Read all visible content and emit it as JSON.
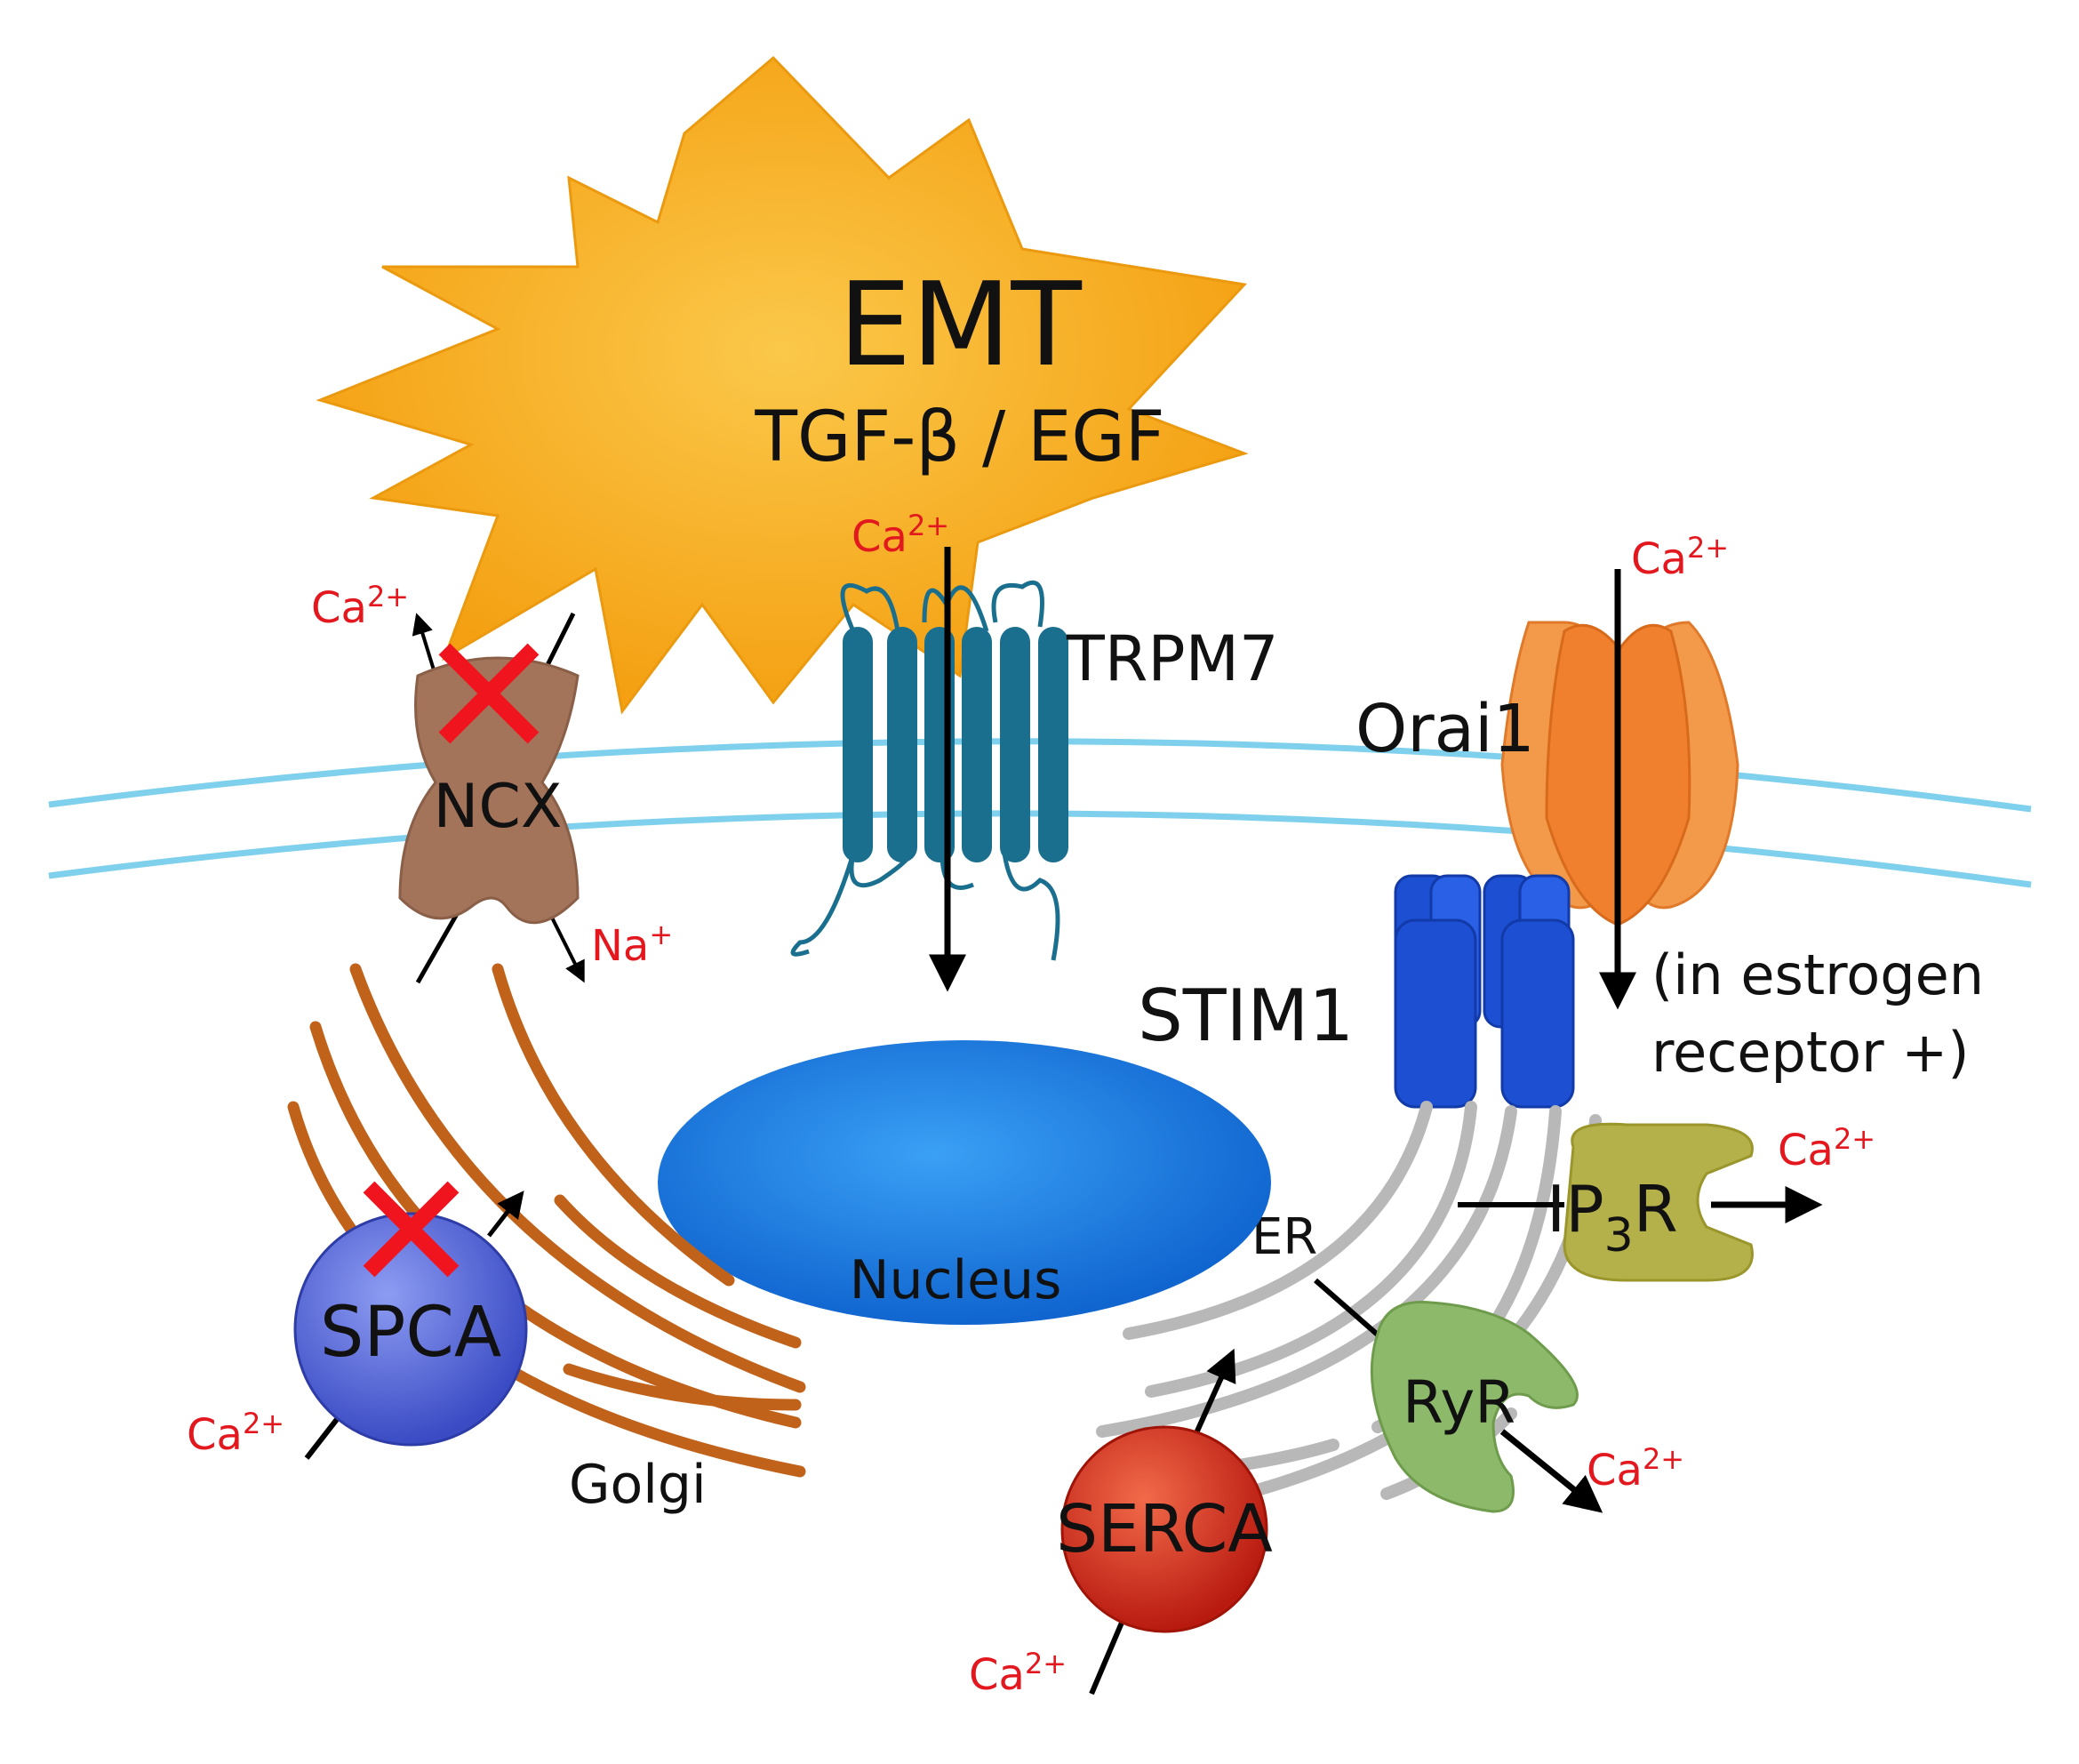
{
  "colors": {
    "starburst": "#f7a81b",
    "membrane": "#7fd0ec",
    "trpm7": "#1a6e8e",
    "orai1": "#f28a3a",
    "stim1": "#1c4fd2",
    "ncx": "#a3735a",
    "nucleus": "#1a79e0",
    "golgi": "#c0621a",
    "er": "#b8b8b8",
    "spca": "#4b5fd6",
    "serca": "#d62a1c",
    "ip3r": "#b5b14a",
    "ryr": "#8dba6a",
    "ion_text": "#e3181e",
    "block_x": "#f0141e"
  },
  "emt": {
    "title": "EMT",
    "subtitle": "TGF-β / EGF"
  },
  "labels": {
    "trpm7": "TRPM7",
    "orai1": "Orai1",
    "stim1": "STIM1",
    "ncx": "NCX",
    "nucleus": "Nucleus",
    "er": "ER",
    "golgi": "Golgi",
    "spca": "SPCA",
    "serca": "SERCA",
    "ip3r_main": "IP",
    "ip3r_sub": "3",
    "ip3r_end": "R",
    "ryr": "RyR",
    "estrogen_line1": "(in estrogen",
    "estrogen_line2": "receptor +)"
  },
  "ions": {
    "ca_base": "Ca",
    "ca_sup": "2+",
    "na_base": "Na",
    "na_sup": "+"
  },
  "icons": {
    "block": "red-x-icon",
    "arrow": "arrow-icon"
  }
}
